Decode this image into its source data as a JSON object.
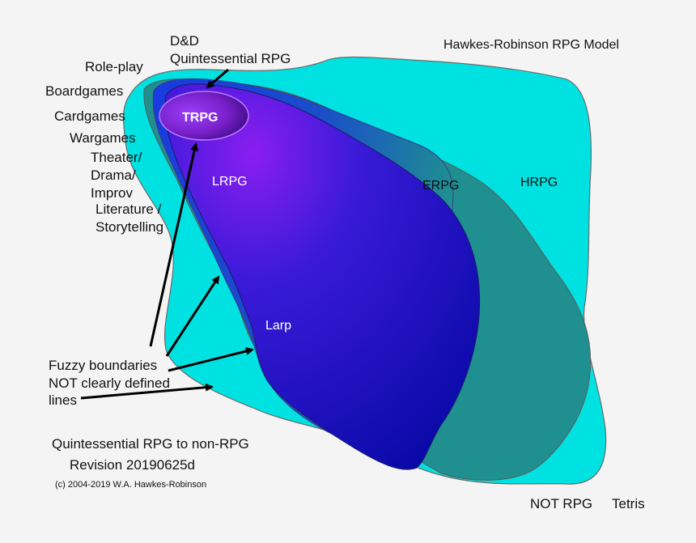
{
  "title": "Hawkes-Robinson RPG Model",
  "colors": {
    "background": "#f4f4f4",
    "hrpg": "#00e2e2",
    "erpg": "#1f8f8f",
    "lrpg_edge": "#0a2fe0",
    "larp": "#0f0fb0",
    "trpg_core": "#8a1ed8"
  },
  "regions": {
    "hrpg": "HRPG",
    "erpg": "ERPG",
    "lrpg": "LRPG",
    "larp": "Larp",
    "trpg": "TRPG"
  },
  "top_note": {
    "line1": "D&D",
    "line2": "Quintessential RPG"
  },
  "side_labels": [
    "Role-play",
    "Boardgames",
    "Cardgames",
    "Wargames",
    "Theater/",
    "Drama/",
    "Improv",
    "Literature /",
    "Storytelling"
  ],
  "fuzzy_note": {
    "line1": "Fuzzy boundaries",
    "line2": "NOT clearly defined",
    "line3": "lines"
  },
  "footer": {
    "line1": "Quintessential RPG to non-RPG",
    "line2": "Revision 20190625d",
    "copyright": "(c) 2004-2019 W.A. Hawkes-Robinson"
  },
  "bottom_right": {
    "not_rpg": "NOT RPG",
    "tetris": "Tetris"
  }
}
